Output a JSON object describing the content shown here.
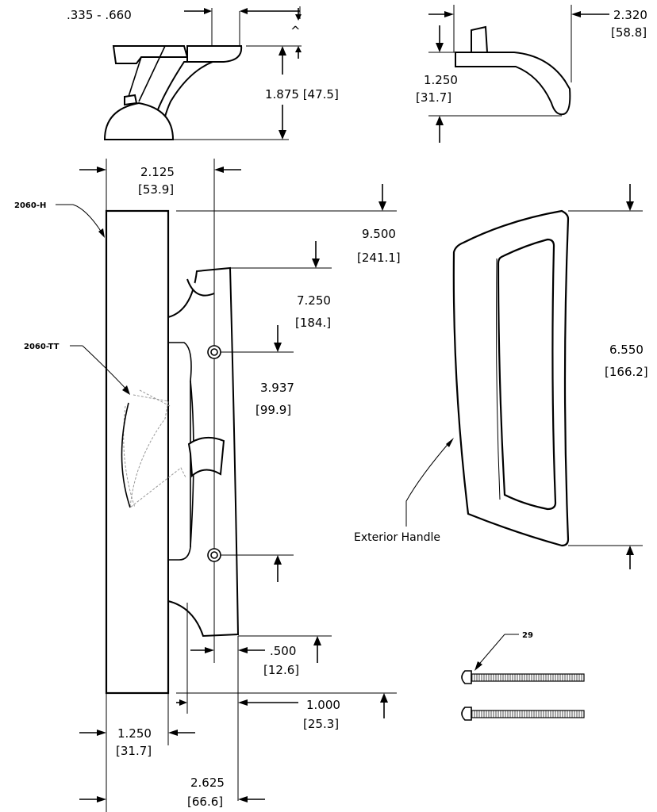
{
  "top_left_view": {
    "range_label": ".335 - .660",
    "caret": "^",
    "height_dim": "1.875 [47.5]"
  },
  "top_right_view": {
    "width_in": "2.320",
    "width_mm": "[58.8]",
    "height_in": "1.250",
    "height_mm": "[31.7]"
  },
  "front_view": {
    "width_in": "2.125",
    "width_mm": "[53.9]",
    "total_height_in": "9.500",
    "total_height_mm": "[241.1]",
    "plate_height_in": "7.250",
    "plate_height_mm": "[184.]",
    "hole_spacing_in": "3.937",
    "hole_spacing_mm": "[99.9]",
    "offset_in": ".500",
    "offset_mm": "[12.6]",
    "depth_in": "1.000",
    "depth_mm": "[25.3]",
    "base_width_in": "1.250",
    "base_width_mm": "[31.7]",
    "overall_width_in": "2.625",
    "overall_width_mm": "[66.6]",
    "part_handle": "2060-H",
    "part_thumbturn": "2060-TT"
  },
  "exterior_view": {
    "height_in": "6.550",
    "height_mm": "[166.2]",
    "label": "Exterior Handle"
  },
  "screws": {
    "callout": "29"
  }
}
